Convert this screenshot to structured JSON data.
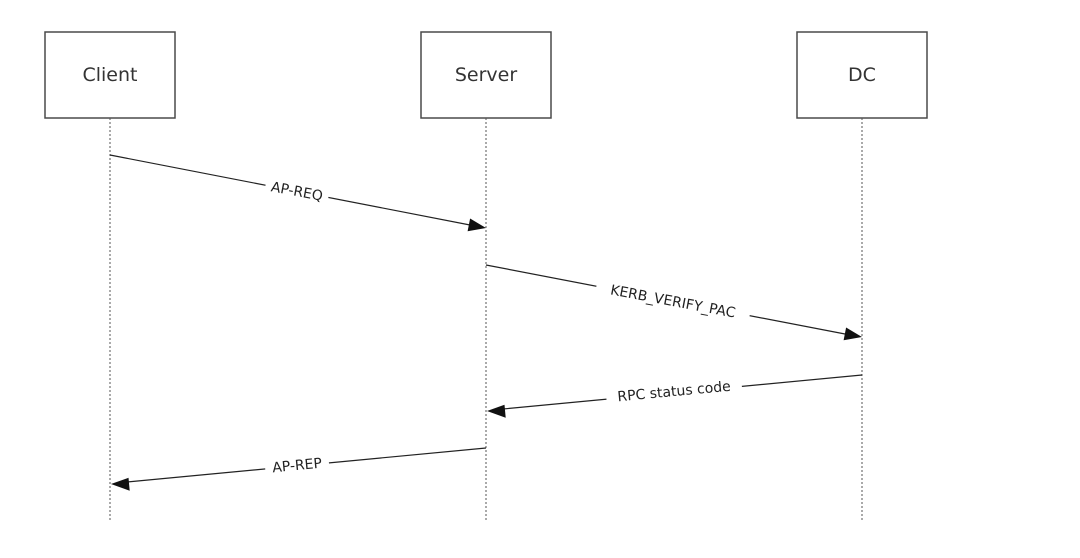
{
  "actors": [
    {
      "id": "client",
      "label": "Client"
    },
    {
      "id": "server",
      "label": "Server"
    },
    {
      "id": "dc",
      "label": "DC"
    }
  ],
  "messages": [
    {
      "label": "AP-REQ",
      "from": "client",
      "to": "server"
    },
    {
      "label": "KERB_VERIFY_PAC",
      "from": "server",
      "to": "dc"
    },
    {
      "label": "RPC status code",
      "from": "dc",
      "to": "server"
    },
    {
      "label": "AP-REP",
      "from": "server",
      "to": "client"
    }
  ]
}
